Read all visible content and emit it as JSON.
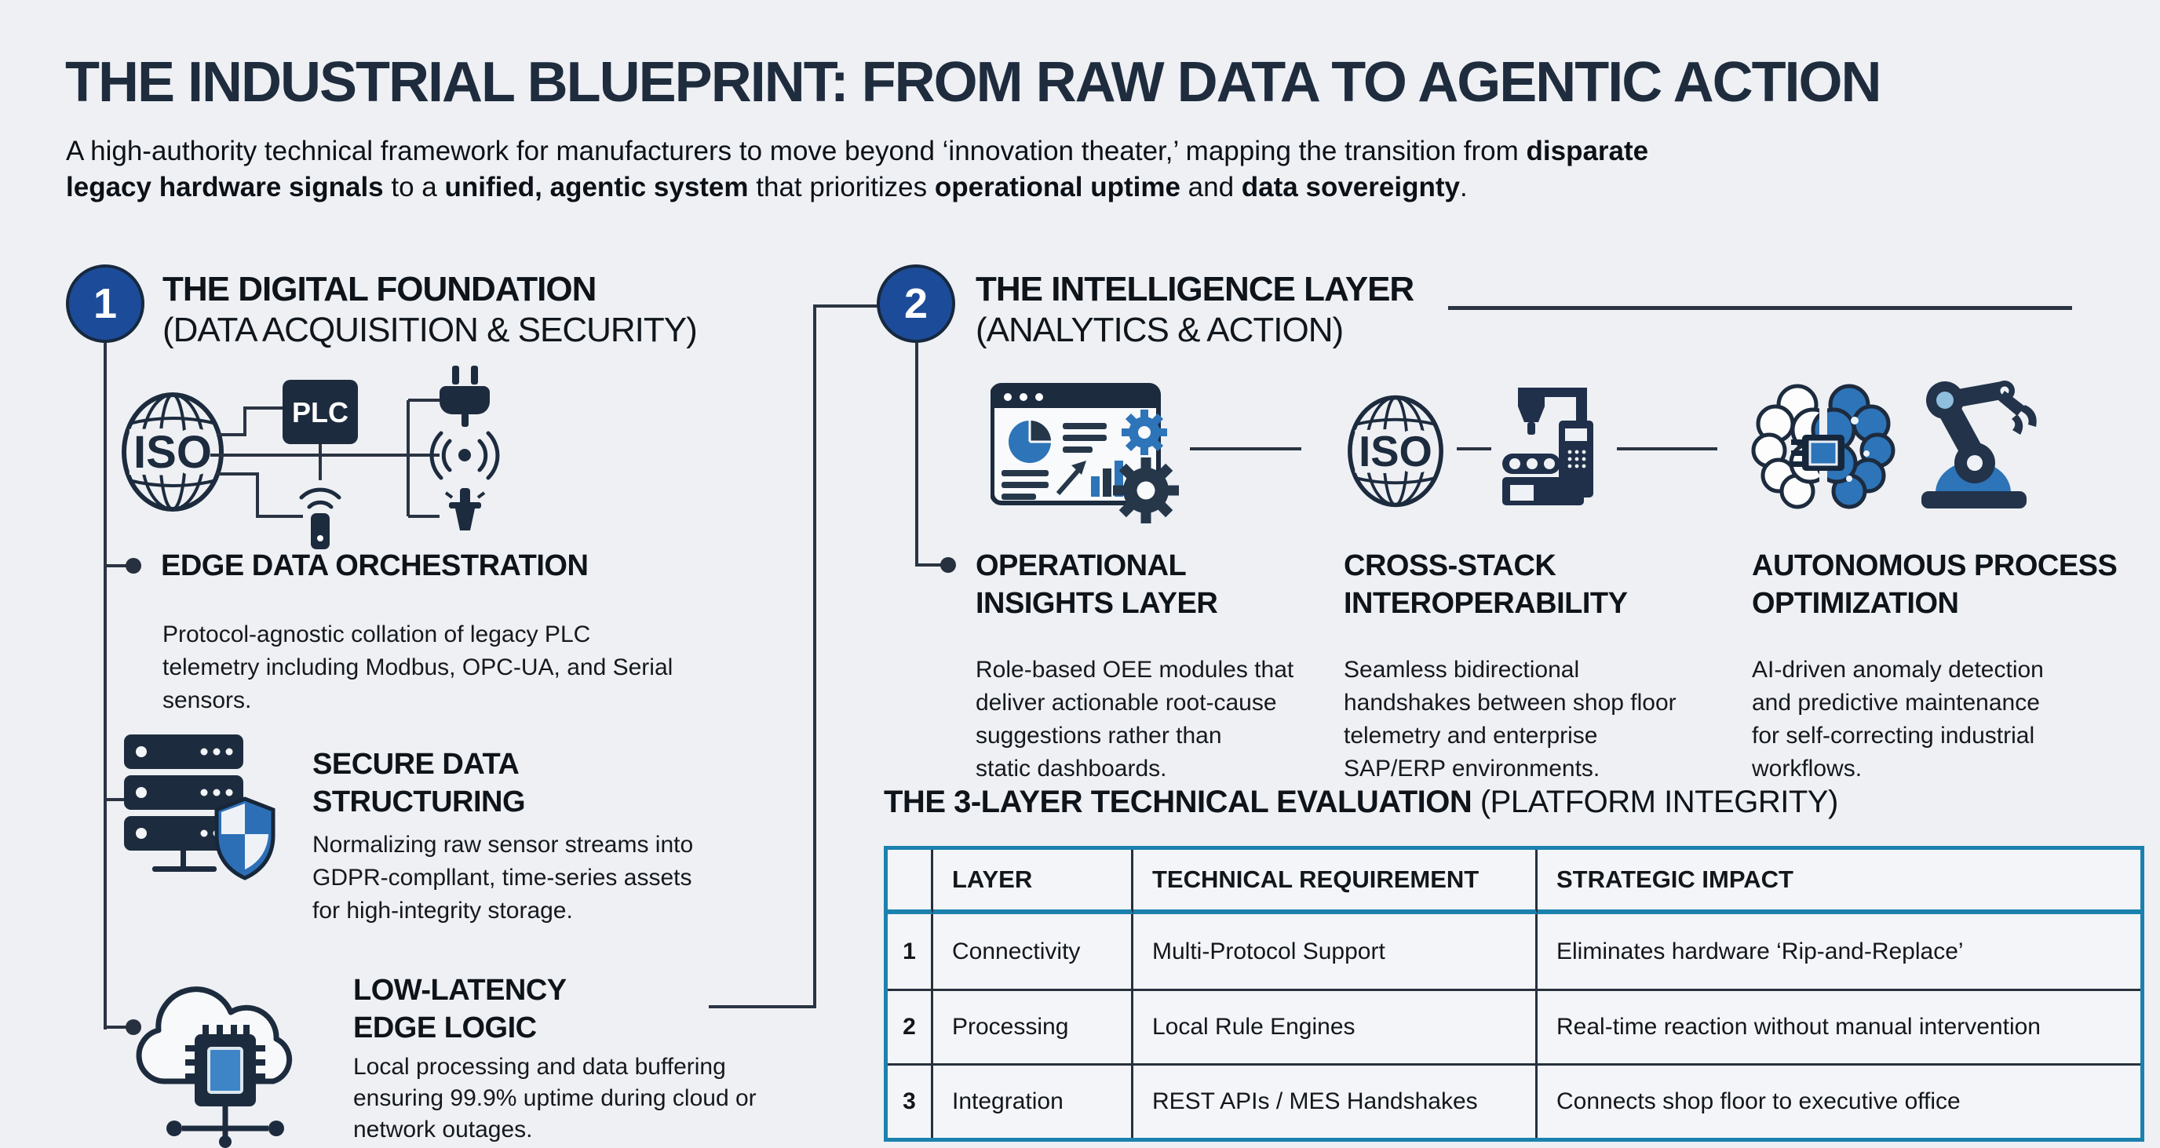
{
  "colors": {
    "accent_blue": "#2d74b8",
    "navy": "#1d2b3e",
    "circle_blue": "#1c4b99",
    "table_border": "#1b81ae",
    "connector": "#2b3442",
    "background": "#eef0f4"
  },
  "header": {
    "title": "THE INDUSTRIAL BLUEPRINT: FROM RAW DATA TO AGENTIC ACTION",
    "subtitle_line1": [
      {
        "t": "A high-authority technical framework for manufacturers to move beyond ‘innovation theater,’ mapping the transition from ",
        "b": false
      },
      {
        "t": "disparate",
        "b": true
      }
    ],
    "subtitle_line2": [
      {
        "t": "legacy hardware signals",
        "b": true
      },
      {
        "t": " to a ",
        "b": false
      },
      {
        "t": "unified, agentic system",
        "b": true
      },
      {
        "t": " that prioritizes ",
        "b": false
      },
      {
        "t": "operational uptime",
        "b": true
      },
      {
        "t": " and ",
        "b": false
      },
      {
        "t": "data sovereignty",
        "b": true
      },
      {
        "t": ".",
        "b": false
      }
    ]
  },
  "section1": {
    "number": "1",
    "title_line1": "THE DIGITAL FOUNDATION",
    "title_line2": "(DATA ACQUISITION & SECURITY)",
    "iso_label": "ISO",
    "plc_label": "PLC",
    "items": [
      {
        "heading": [
          "EDGE DATA ORCHESTRATION"
        ],
        "body": [
          "Protocol-agnostic collation of legacy PLC",
          "telemetry including Modbus, OPC-UA, and Serial",
          "sensors."
        ]
      },
      {
        "heading": [
          "SECURE DATA",
          "STRUCTURING"
        ],
        "body": [
          "Normalizing raw sensor streams into",
          "GDPR-compllant, time-series assets",
          "for high-integrity storage."
        ]
      },
      {
        "heading": [
          "LOW-LATENCY",
          "EDGE LOGIC"
        ],
        "body": [
          "Local processing and data buffering",
          "ensuring 99.9% uptime during cloud or",
          "network outages."
        ]
      }
    ]
  },
  "section2": {
    "number": "2",
    "title_line1": "THE INTELLIGENCE LAYER",
    "title_line2": "(ANALYTICS & ACTION)",
    "iso_label": "ISO",
    "columns": [
      {
        "heading": [
          "OPERATIONAL",
          "INSIGHTS LAYER"
        ],
        "body": [
          "Role-based OEE modules that",
          "deliver actionable root-cause",
          "suggestions rather than",
          "static dashboards."
        ]
      },
      {
        "heading": [
          "CROSS-STACK",
          "INTEROPERABILITY"
        ],
        "body": [
          "Seamless bidirectional",
          "handshakes between shop floor",
          "telemetry and enterprise",
          "SAP/ERP environments."
        ]
      },
      {
        "heading": [
          "AUTONOMOUS PROCESS",
          "OPTIMIZATION"
        ],
        "body": [
          "AI-driven anomaly detection",
          "and predictive maintenance",
          "for self-correcting industrial",
          "workflows."
        ]
      }
    ]
  },
  "table": {
    "title_bold": "THE 3-LAYER TECHNICAL EVALUATION",
    "title_regular": " (PLATFORM INTEGRITY)",
    "headers": [
      "",
      "LAYER",
      "TECHNICAL REQUIREMENT",
      "STRATEGIC IMPACT"
    ],
    "rows": [
      {
        "num": "1",
        "layer": "Connectivity",
        "requirement": "Multi-Protocol Support",
        "impact": "Eliminates hardware ‘Rip-and-Replace’"
      },
      {
        "num": "2",
        "layer": "Processing",
        "requirement": "Local Rule Engines",
        "impact": "Real-time reaction without manual intervention"
      },
      {
        "num": "3",
        "layer": "Integration",
        "requirement": "REST APIs / MES Handshakes",
        "impact": "Connects shop floor to executive office"
      }
    ]
  }
}
